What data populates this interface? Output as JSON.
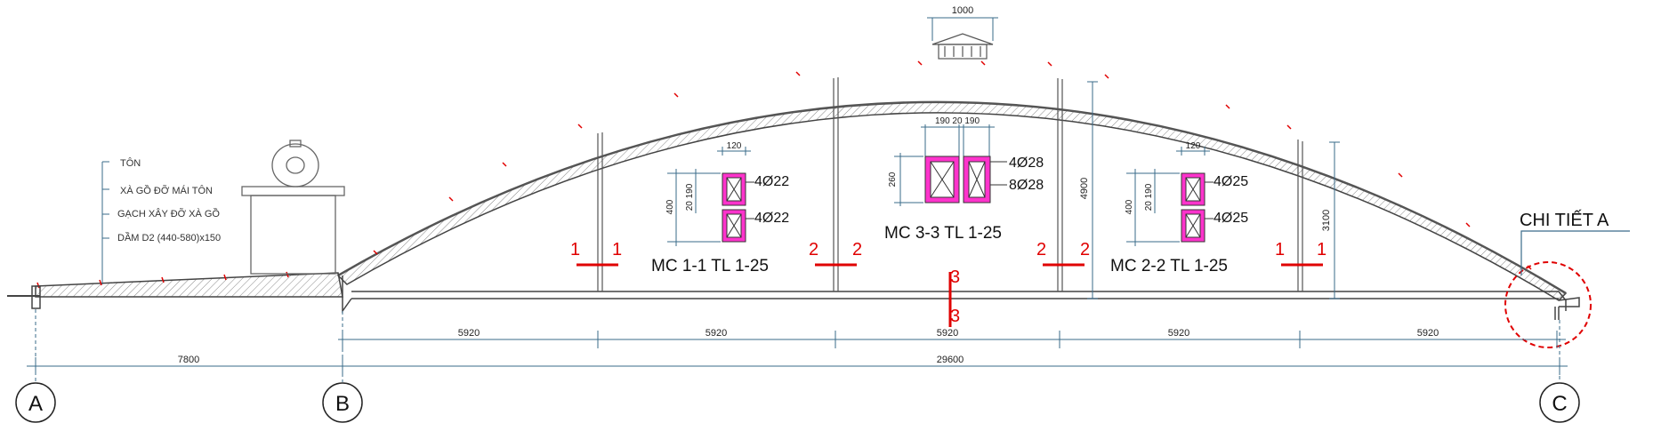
{
  "roof_labels": {
    "ton": "TÔN",
    "purlin": "XÀ GỒ ĐỠ MÁI TÔN",
    "brick": "GẠCH XÂY ĐỠ XÀ GỒ",
    "beam": "DẦM D2 (440-580)x150"
  },
  "top_dim": "1000",
  "sections": {
    "mc11": {
      "title": "MC 1-1  TL 1-25",
      "width": "120",
      "h_total": "400",
      "h_parts": "20 190",
      "bar_top": "4Ø22",
      "bar_bot": "4Ø22"
    },
    "mc33": {
      "title": "MC 3-3  TL 1-25",
      "widths": "190 20 190",
      "h_total": "260",
      "bar_top": "4Ø28",
      "bar_bot": "8Ø28"
    },
    "mc22": {
      "title": "MC 2-2  TL 1-25",
      "width": "120",
      "h_total": "400",
      "h_parts": "20 190",
      "bar_top": "4Ø25",
      "bar_bot": "4Ø25"
    }
  },
  "cut_marks": {
    "one": "1",
    "two": "2",
    "three": "3"
  },
  "heights": {
    "center": "4900",
    "side": "3100"
  },
  "detail_label": "CHI TIẾT A",
  "spans": [
    "5920",
    "5920",
    "5920",
    "5920",
    "5920"
  ],
  "overall": {
    "ab": "7800",
    "bc": "29600"
  },
  "grid_axes": {
    "a": "A",
    "b": "B",
    "c": "C"
  }
}
